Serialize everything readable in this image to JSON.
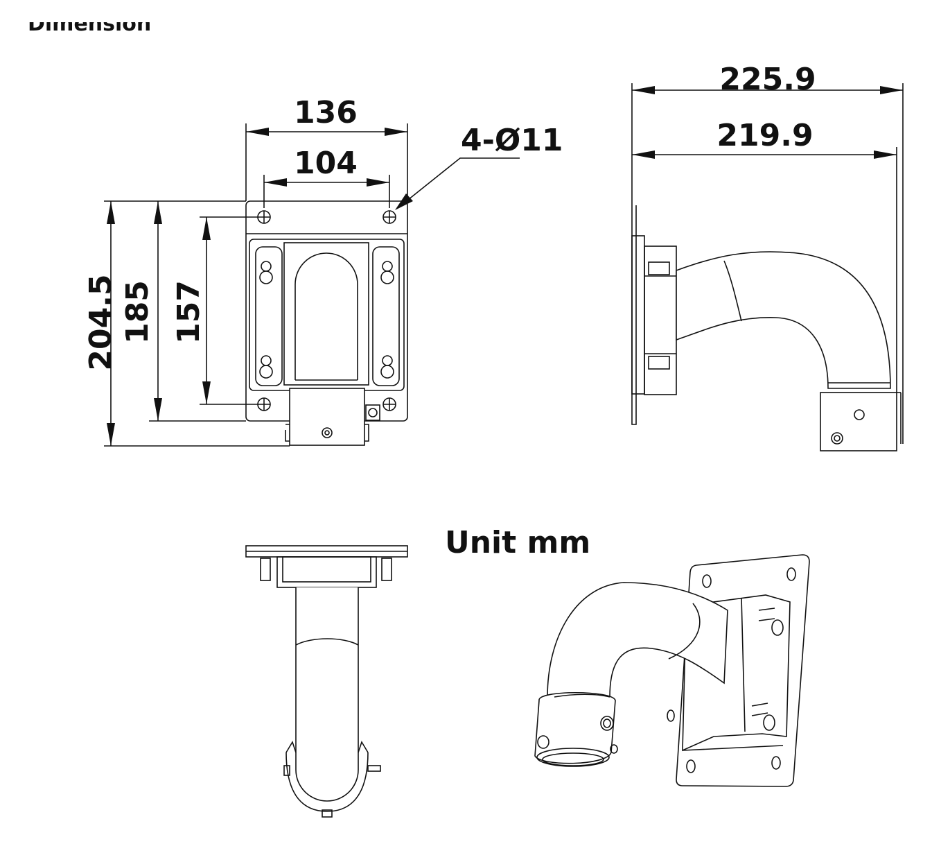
{
  "header": {
    "title_clipped": "Dimension"
  },
  "dimensions": {
    "width_outer": "136",
    "width_holes": "104",
    "holes": "4-Ø11",
    "height_total": "204.5",
    "height_plate": "185",
    "height_holes": "157",
    "depth_outer": "225.9",
    "depth_inner": "219.9"
  },
  "unit_label": "Unit mm",
  "colors": {
    "line": "#111111",
    "background": "#ffffff"
  }
}
